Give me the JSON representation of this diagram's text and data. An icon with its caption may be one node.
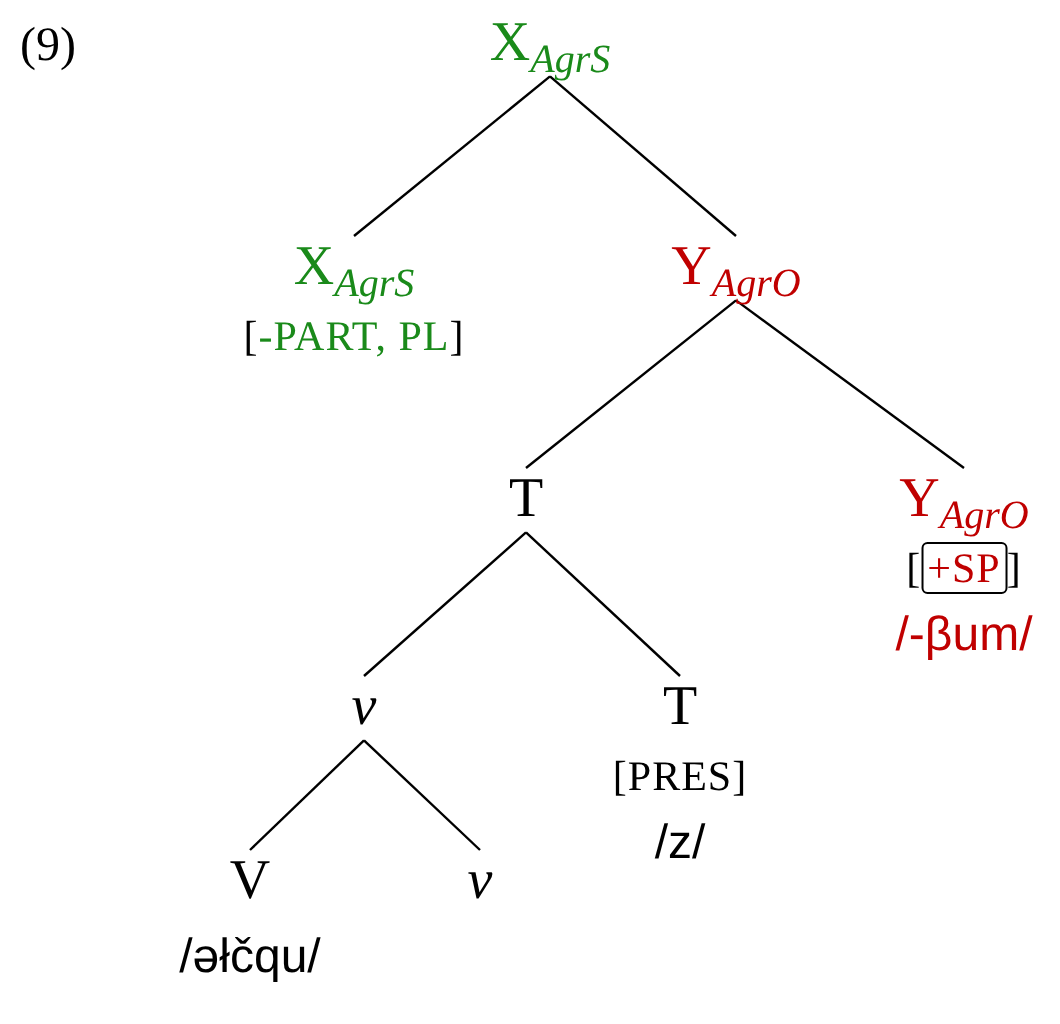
{
  "diagram": {
    "nodes": [
      {
        "text": [
          "X$_{AgrS}$"
        ]
      },
      {
        "text": [
          "X$_{AgrS}$",
          "[-PART, PL]"
        ]
      },
      {
        "text": [
          "Y$_{AgrO}$"
        ]
      },
      {
        "text": [
          "T"
        ]
      },
      {
        "text": [
          "Y$_{AgrO}$",
          "[+SP]",
          "/-βum/"
        ]
      },
      {
        "text": [
          "v"
        ]
      },
      {
        "text": [
          "T",
          "[PRES]",
          "/z/"
        ]
      },
      {
        "text": [
          "V",
          "/əłčqu/"
        ]
      },
      {
        "text": [
          "v"
        ]
      }
    ],
    "edges": [
      {
        "from": 0,
        "to": 1,
        "arrow": "none"
      },
      {
        "from": 0,
        "to": 2,
        "arrow": "none"
      },
      {
        "from": 2,
        "to": 3,
        "arrow": "none"
      },
      {
        "from": 2,
        "to": 4,
        "arrow": "none"
      },
      {
        "from": 3,
        "to": 5,
        "arrow": "none"
      },
      {
        "from": 3,
        "to": 6,
        "arrow": "none"
      },
      {
        "from": 5,
        "to": 7,
        "arrow": "none"
      },
      {
        "from": 5,
        "to": 8,
        "arrow": "none"
      }
    ],
    "labels": [
      "(9)"
    ]
  }
}
